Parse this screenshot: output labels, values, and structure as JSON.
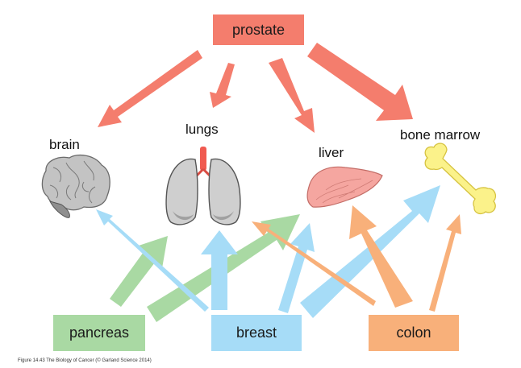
{
  "sources": {
    "prostate": {
      "label": "prostate",
      "color": "#f47d6d"
    },
    "pancreas": {
      "label": "pancreas",
      "color": "#a9d9a3"
    },
    "breast": {
      "label": "breast",
      "color": "#a6dcf7"
    },
    "colon": {
      "label": "colon",
      "color": "#f8b07a"
    }
  },
  "organs": {
    "brain": {
      "label": "brain",
      "icon": "brain-icon"
    },
    "lungs": {
      "label": "lungs",
      "icon": "lungs-icon"
    },
    "liver": {
      "label": "liver",
      "icon": "liver-icon"
    },
    "bone_marrow": {
      "label": "bone marrow",
      "icon": "bone-icon"
    }
  },
  "metastasis_arrows": [
    {
      "from": "prostate",
      "to": "brain",
      "thickness": "medium"
    },
    {
      "from": "prostate",
      "to": "lungs",
      "thickness": "medium"
    },
    {
      "from": "prostate",
      "to": "liver",
      "thickness": "medium"
    },
    {
      "from": "prostate",
      "to": "bone marrow",
      "thickness": "thick"
    },
    {
      "from": "pancreas",
      "to": "lungs",
      "thickness": "medium"
    },
    {
      "from": "pancreas",
      "to": "liver",
      "thickness": "thick"
    },
    {
      "from": "breast",
      "to": "brain",
      "thickness": "thin"
    },
    {
      "from": "breast",
      "to": "lungs",
      "thickness": "thick"
    },
    {
      "from": "breast",
      "to": "liver",
      "thickness": "medium"
    },
    {
      "from": "breast",
      "to": "bone marrow",
      "thickness": "thick"
    },
    {
      "from": "colon",
      "to": "lungs",
      "thickness": "thin"
    },
    {
      "from": "colon",
      "to": "liver",
      "thickness": "thick"
    },
    {
      "from": "colon",
      "to": "bone marrow",
      "thickness": "thin"
    }
  ],
  "caption": "Figure 14.43 The Biology of Cancer (© Garland Science 2014)"
}
